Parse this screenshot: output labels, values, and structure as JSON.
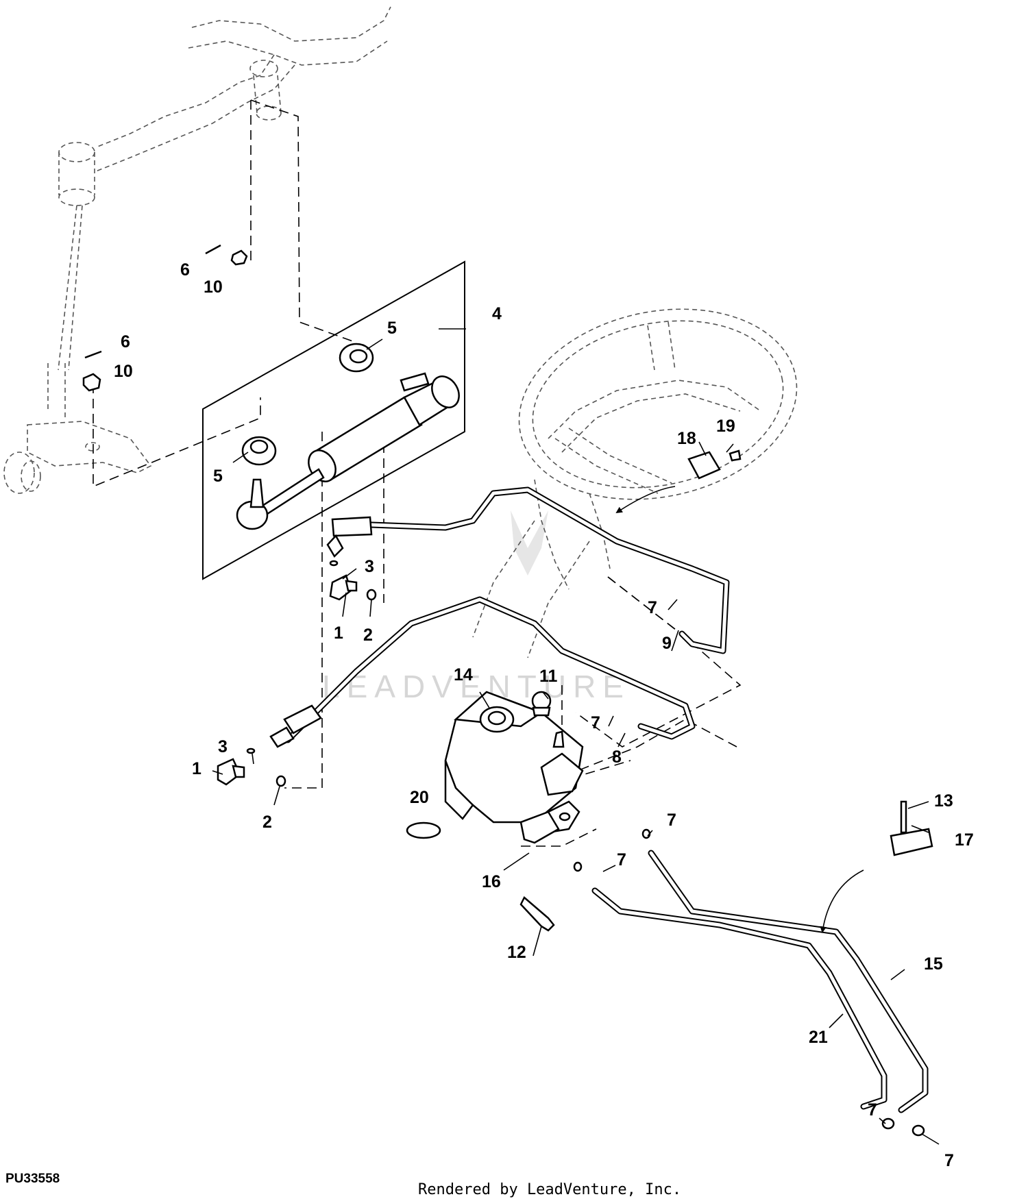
{
  "diagram": {
    "figure_id": "PU33558",
    "footer": "Rendered by LeadVenture, Inc.",
    "watermark": "LEADVENTURE",
    "callouts": [
      {
        "id": "c-6a",
        "text": "6"
      },
      {
        "id": "c-10a",
        "text": "10"
      },
      {
        "id": "c-6b",
        "text": "6"
      },
      {
        "id": "c-10b",
        "text": "10"
      },
      {
        "id": "c-4",
        "text": "4"
      },
      {
        "id": "c-5a",
        "text": "5"
      },
      {
        "id": "c-5b",
        "text": "5"
      },
      {
        "id": "c-18",
        "text": "18"
      },
      {
        "id": "c-19",
        "text": "19"
      },
      {
        "id": "c-3a",
        "text": "3"
      },
      {
        "id": "c-1a",
        "text": "1"
      },
      {
        "id": "c-2a",
        "text": "2"
      },
      {
        "id": "c-7a",
        "text": "7"
      },
      {
        "id": "c-9",
        "text": "9"
      },
      {
        "id": "c-14",
        "text": "14"
      },
      {
        "id": "c-11",
        "text": "11"
      },
      {
        "id": "c-7b",
        "text": "7"
      },
      {
        "id": "c-8",
        "text": "8"
      },
      {
        "id": "c-3b",
        "text": "3"
      },
      {
        "id": "c-1b",
        "text": "1"
      },
      {
        "id": "c-2b",
        "text": "2"
      },
      {
        "id": "c-20",
        "text": "20"
      },
      {
        "id": "c-13",
        "text": "13"
      },
      {
        "id": "c-17",
        "text": "17"
      },
      {
        "id": "c-7c",
        "text": "7"
      },
      {
        "id": "c-7d",
        "text": "7"
      },
      {
        "id": "c-16",
        "text": "16"
      },
      {
        "id": "c-12",
        "text": "12"
      },
      {
        "id": "c-15",
        "text": "15"
      },
      {
        "id": "c-21",
        "text": "21"
      },
      {
        "id": "c-7e",
        "text": "7"
      },
      {
        "id": "c-7f",
        "text": "7"
      }
    ]
  }
}
